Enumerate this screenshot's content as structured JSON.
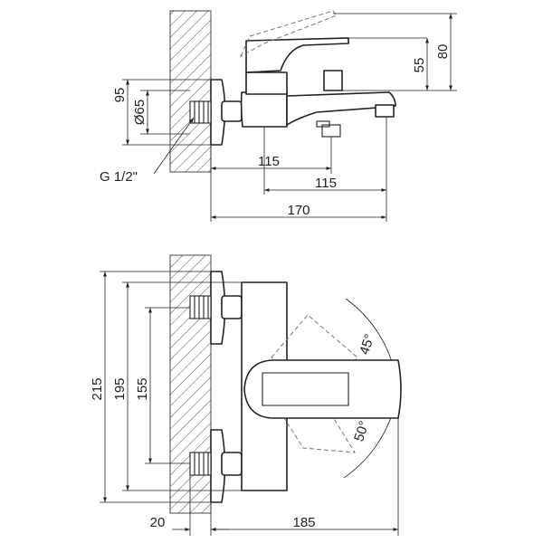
{
  "side_view": {
    "labels": {
      "d80": "80",
      "d55": "55",
      "d95": "95",
      "d65": "Ø65",
      "thread": "G 1/2\"",
      "d115a": "115",
      "d115b": "115",
      "d170": "170"
    }
  },
  "front_view": {
    "labels": {
      "d215": "215",
      "d195": "195",
      "d155": "155",
      "d20": "20",
      "d185": "185",
      "a45": "45°",
      "a50": "50°"
    }
  }
}
